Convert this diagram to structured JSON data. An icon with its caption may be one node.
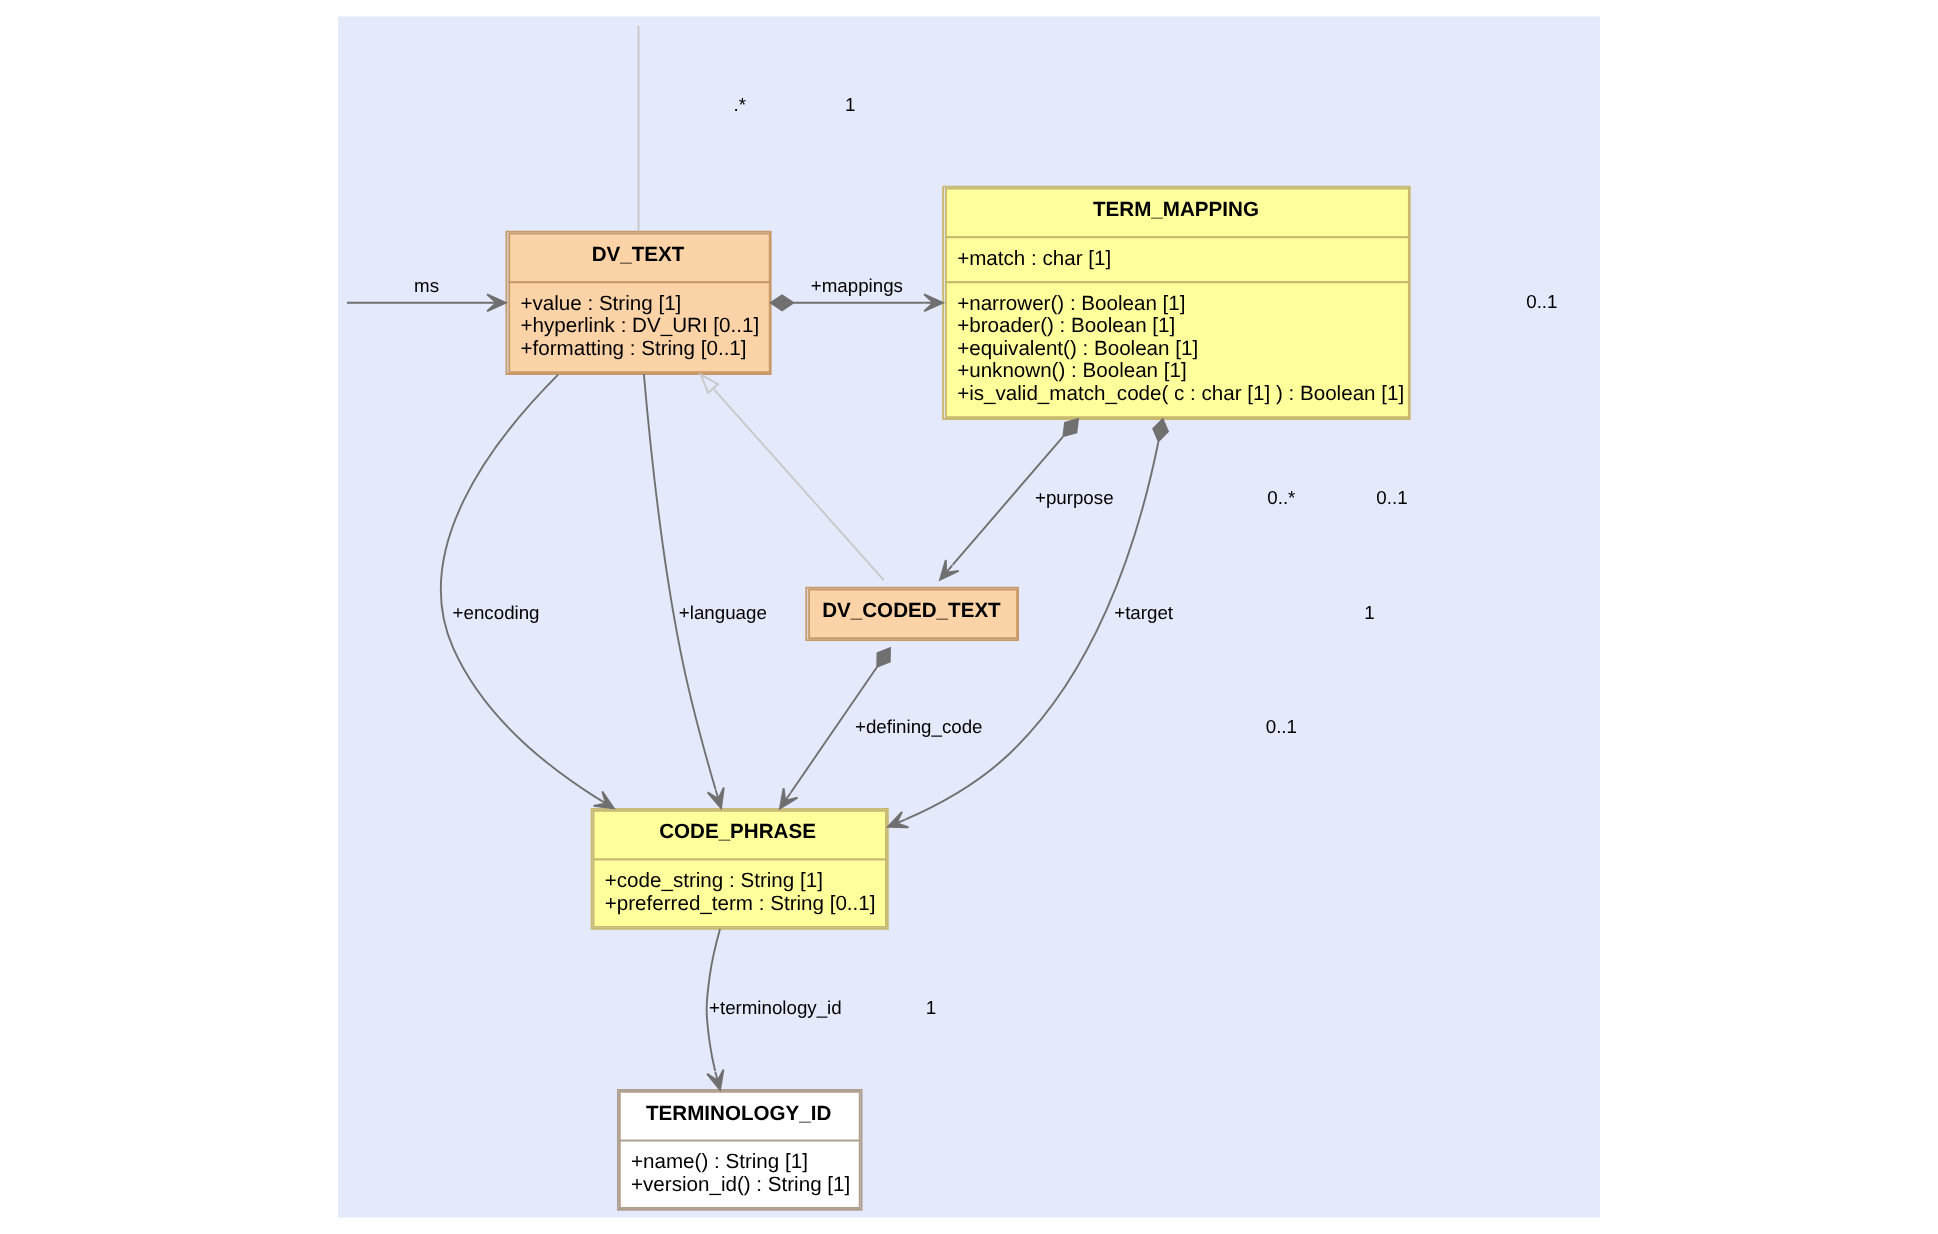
{
  "diagram": {
    "nodes": [
      {
        "text": [
          "DV_TEXT",
          "+value : String [1]",
          "+hyperlink : DV_URI [0..1]",
          "+formatting : String [0..1]"
        ]
      },
      {
        "text": [
          "TERM_MAPPING",
          "+match : char [1]",
          "+narrower() : Boolean [1]",
          "+broader() : Boolean [1]",
          "+equivalent() : Boolean [1]",
          "+unknown() : Boolean [1]",
          "+is_valid_match_code( c : char [1] ) : Boolean [1]"
        ]
      },
      {
        "text": [
          "DV_CODED_TEXT"
        ]
      },
      {
        "text": [
          "CODE_PHRASE",
          "+code_string : String [1]",
          "+preferred_term : String [0..1]"
        ]
      },
      {
        "text": [
          "TERMINOLOGY_ID",
          "+name() : String [1]",
          "+version_id() : String [1]"
        ]
      }
    ],
    "edges": [
      {
        "from": 0,
        "to": null,
        "arrow": "none",
        "color": "#c8c8c8"
      },
      {
        "from": null,
        "to": 0,
        "arrow": "to",
        "label": "ms"
      },
      {
        "from": 0,
        "to": 1,
        "arrow": "to",
        "label": "+mappings"
      },
      {
        "from": 2,
        "to": 0,
        "arrow": "to",
        "color": "#c8c8c8"
      },
      {
        "from": 1,
        "to": 2,
        "arrow": "to",
        "label": "+purpose"
      },
      {
        "from": 2,
        "to": 3,
        "arrow": "to",
        "label": "+defining_code"
      },
      {
        "from": 1,
        "to": 3,
        "arrow": "to",
        "label": "+target"
      },
      {
        "from": 0,
        "to": 3,
        "arrow": "to",
        "label": "+encoding"
      },
      {
        "from": 0,
        "to": 3,
        "arrow": "to",
        "label": "+language"
      },
      {
        "from": 3,
        "to": 4,
        "arrow": "to",
        "label": "+terminology_id"
      }
    ],
    "labels": [
      ".*",
      "0..*",
      "0..1",
      "1",
      "1",
      "0..1",
      "0..1",
      "1"
    ]
  }
}
